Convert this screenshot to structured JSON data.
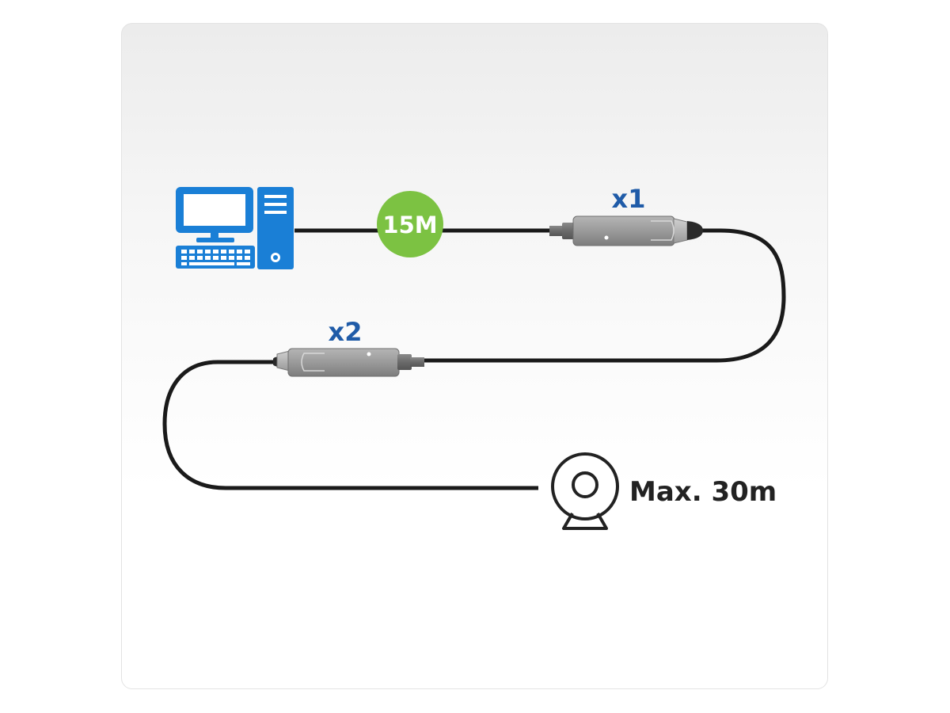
{
  "labels": {
    "cable_length": "15M",
    "extender_1": "x1",
    "extender_2": "x2",
    "max_distance": "Max. 30m"
  },
  "colors": {
    "computer": "#1a7fd6",
    "badge": "#7cc242",
    "label_blue": "#1f5ba8",
    "cable": "#1a1a1a",
    "extender_body": "#9b9b9b"
  },
  "icons": {
    "source": "desktop-computer-icon",
    "destination": "webcam-icon"
  }
}
